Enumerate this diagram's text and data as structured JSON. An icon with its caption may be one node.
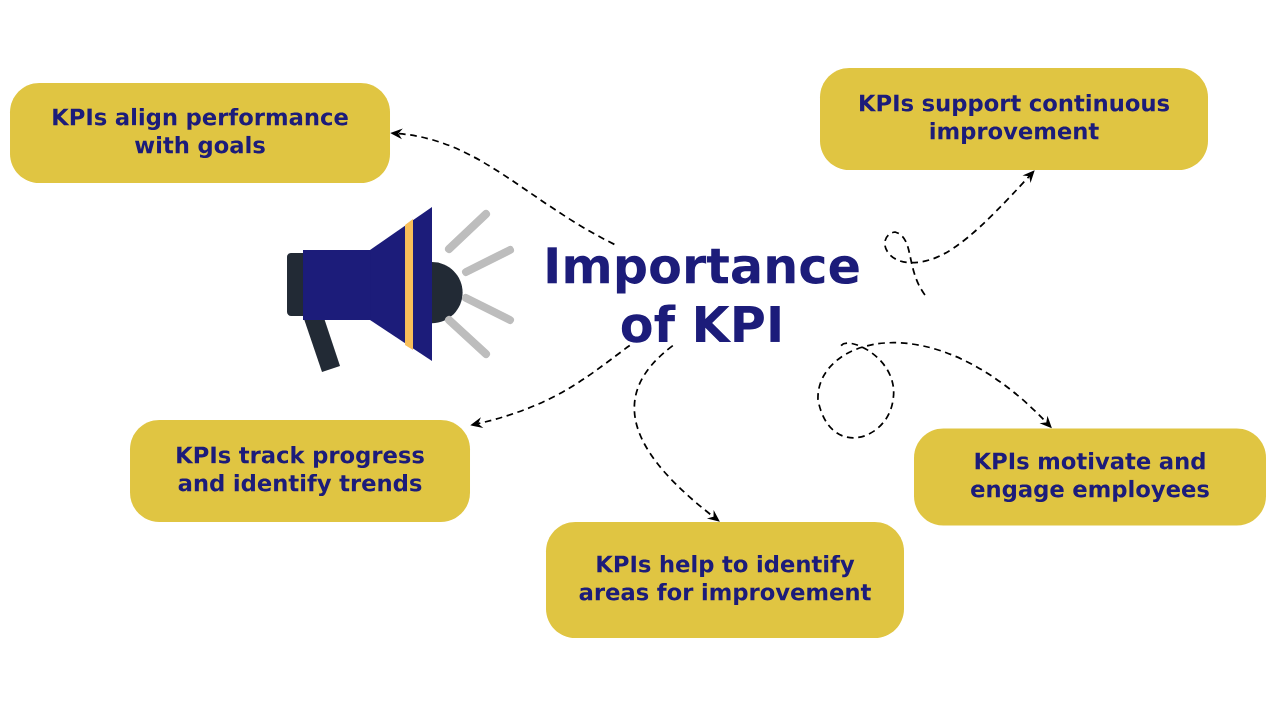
{
  "diagram": {
    "nodes": [
      {
        "text": [
          "Importance of KPI"
        ]
      },
      {
        "text": [
          "KPIs align performance with goals"
        ]
      },
      {
        "text": [
          "KPIs support continuous improvement"
        ]
      },
      {
        "text": [
          "KPIs track progress and identify trends"
        ]
      },
      {
        "text": [
          "KPIs help to identify areas for improvement"
        ]
      },
      {
        "text": [
          "KPIs motivate and engage employees"
        ]
      }
    ],
    "edges": [
      {
        "from": 0,
        "to": 1,
        "arrow": "to",
        "style": "dashed"
      },
      {
        "from": 0,
        "to": 2,
        "arrow": "to",
        "style": "dashed"
      },
      {
        "from": 0,
        "to": 3,
        "arrow": "to",
        "style": "dashed"
      },
      {
        "from": 0,
        "to": 4,
        "arrow": "to",
        "style": "dashed"
      },
      {
        "from": 0,
        "to": 5,
        "arrow": "to",
        "style": "dashed"
      }
    ]
  }
}
